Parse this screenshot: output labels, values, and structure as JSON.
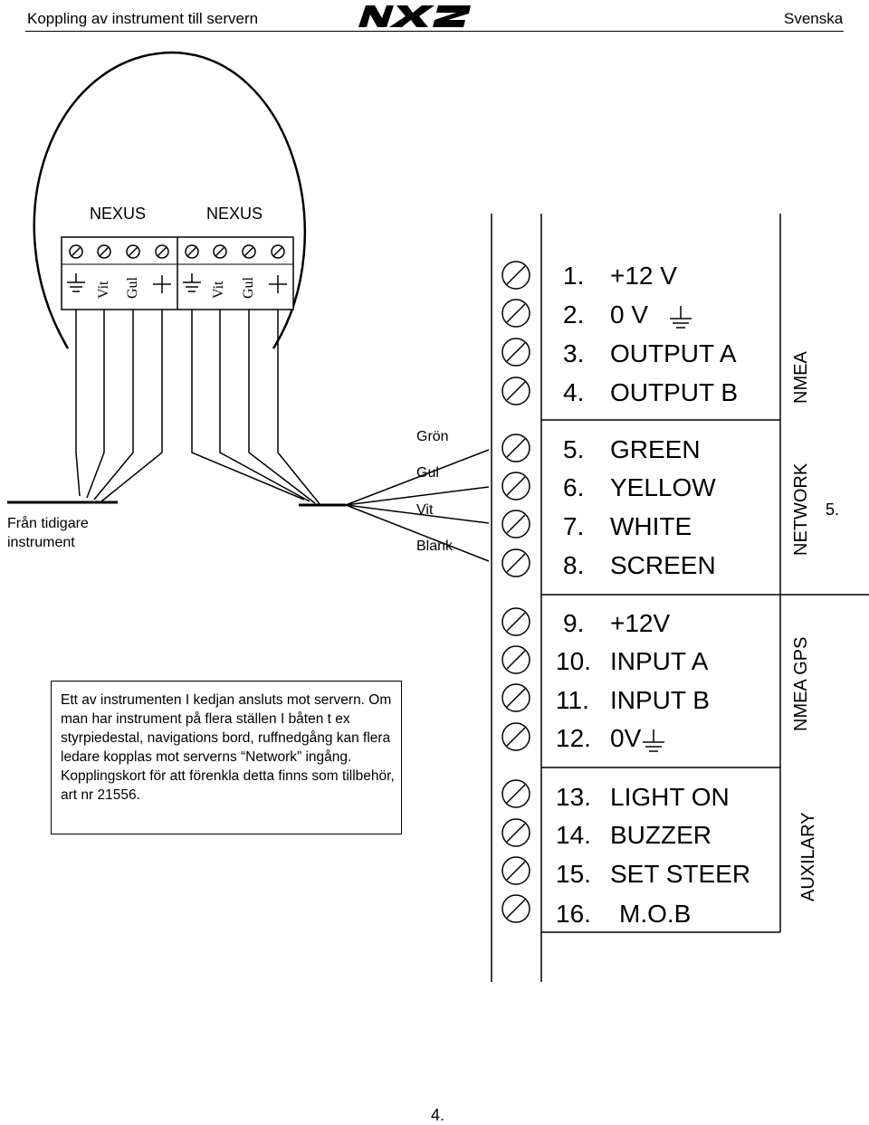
{
  "header": {
    "title": "Koppling av instrument till servern",
    "logo": "NX2",
    "language": "Svenska"
  },
  "instrument": {
    "labels": [
      "NEXUS",
      "NEXUS"
    ],
    "pin_labels": [
      "Vit",
      "Gul",
      "Vit",
      "Gul"
    ]
  },
  "wires": {
    "colors": [
      "Grön",
      "Gul",
      "Vit",
      "Blank"
    ],
    "source": "Från tidigare instrument"
  },
  "terminals": [
    {
      "num": "1.",
      "label": "+12 V"
    },
    {
      "num": "2.",
      "label": "0 V"
    },
    {
      "num": "3.",
      "label": "OUTPUT A"
    },
    {
      "num": "4.",
      "label": "OUTPUT B"
    },
    {
      "num": "5.",
      "label": "GREEN"
    },
    {
      "num": "6.",
      "label": "YELLOW"
    },
    {
      "num": "7.",
      "label": "WHITE"
    },
    {
      "num": "8.",
      "label": "SCREEN"
    },
    {
      "num": "9.",
      "label": "+12V"
    },
    {
      "num": "10.",
      "label": "INPUT A"
    },
    {
      "num": "11.",
      "label": "INPUT B"
    },
    {
      "num": "12.",
      "label": "0V"
    },
    {
      "num": "13.",
      "label": "LIGHT ON"
    },
    {
      "num": "14.",
      "label": "BUZZER"
    },
    {
      "num": "15.",
      "label": "SET STEER"
    },
    {
      "num": "16.",
      "label": "M.O.B"
    }
  ],
  "groups": [
    "NMEA",
    "NETWORK",
    "NMEA GPS",
    "AUXILARY"
  ],
  "side_label": "5.",
  "note": "Ett av instrumenten I kedjan ansluts mot servern. Om man har instrument på flera ställen I båten t ex styrpiedestal, navigations bord, ruffnedgång kan flera ledare kopplas mot serverns “Network” ingång. Kopplingskort för att förenkla detta finns som tillbehör, art nr 21556.",
  "page_number": "4."
}
